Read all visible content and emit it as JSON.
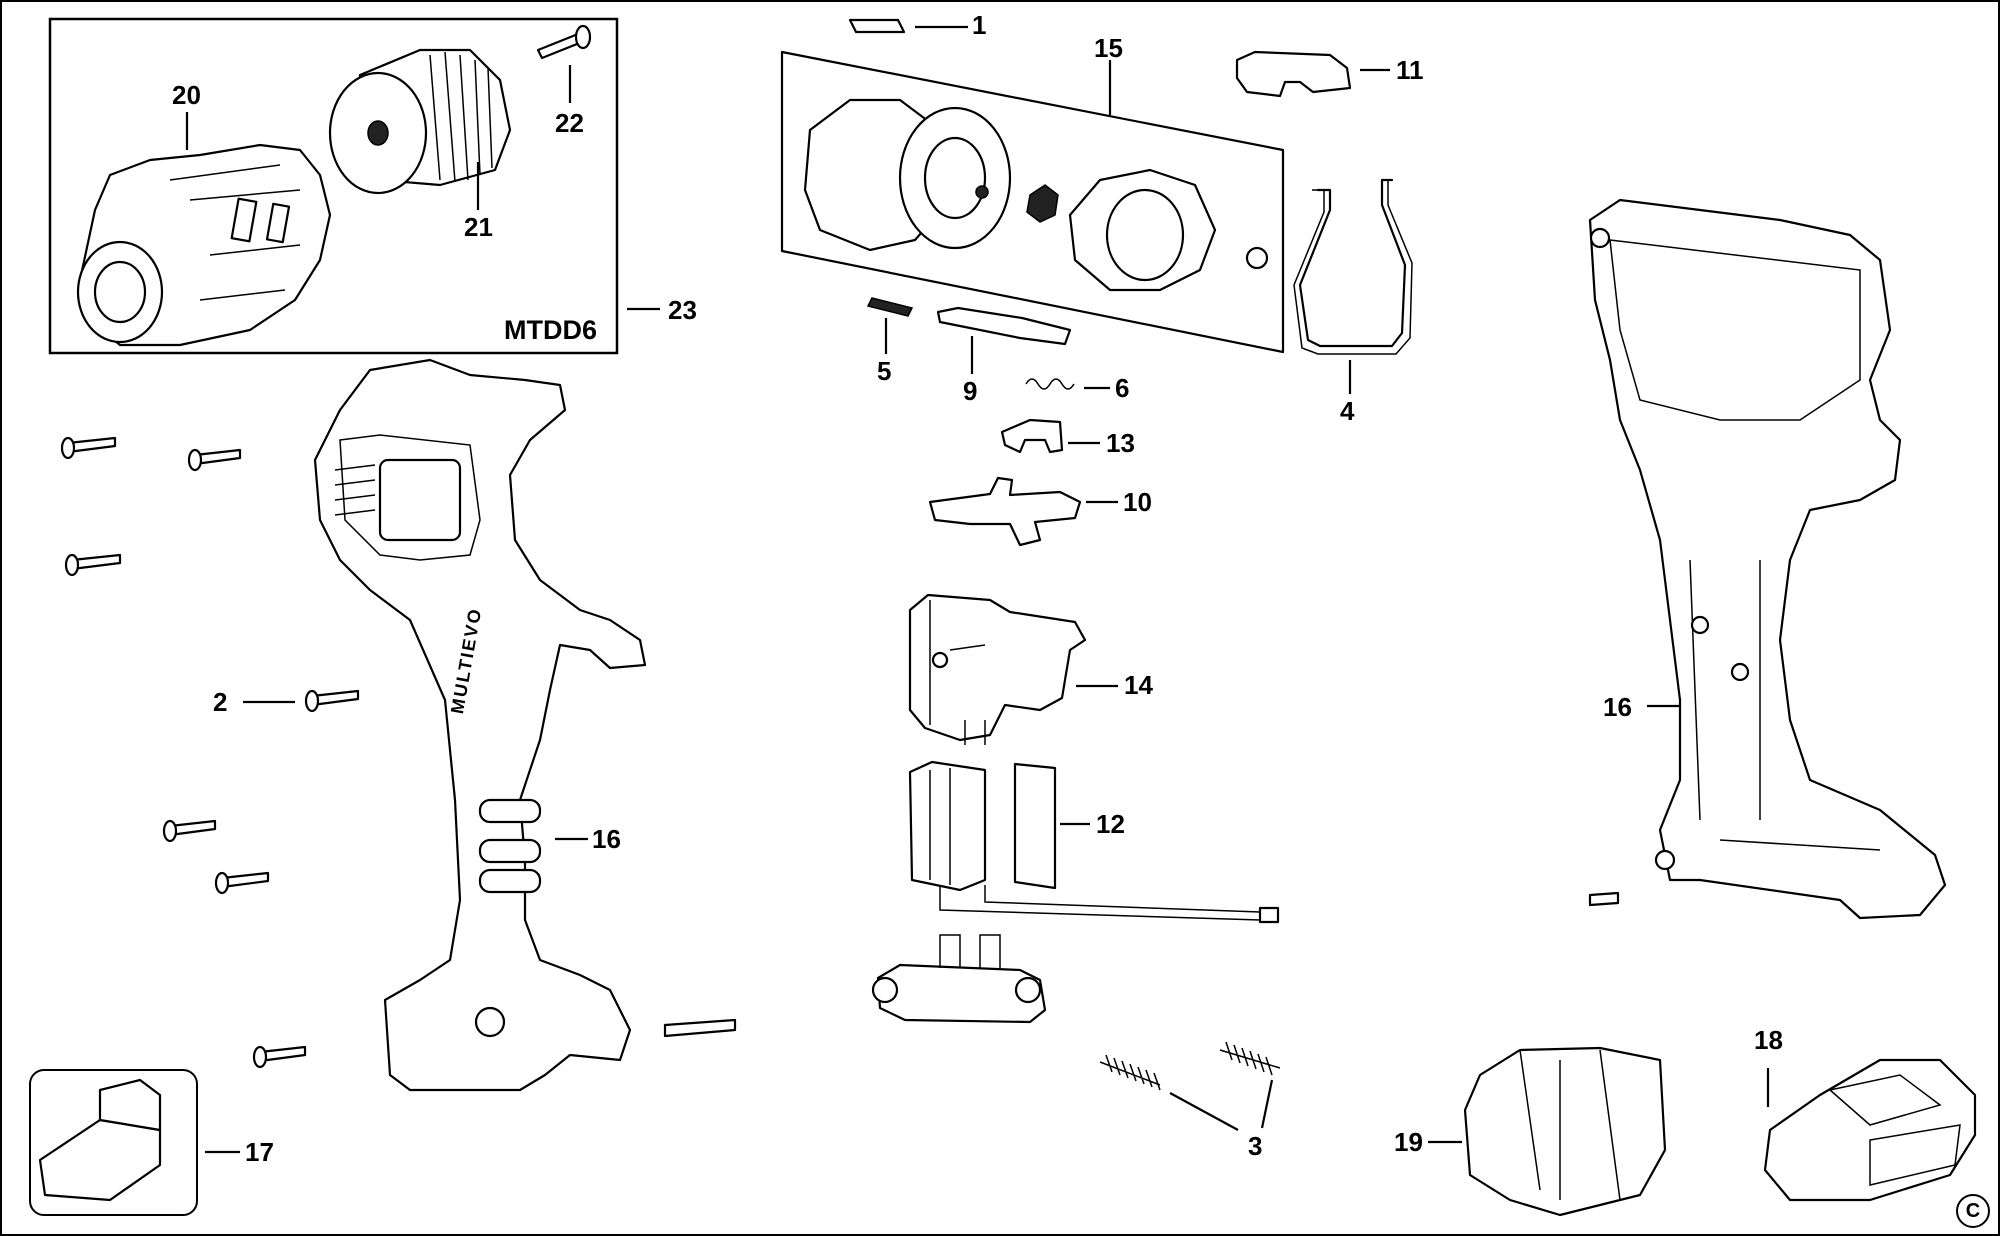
{
  "callouts": {
    "c1": "1",
    "c2": "2",
    "c3": "3",
    "c4": "4",
    "c5": "5",
    "c6": "6",
    "c9": "9",
    "c10": "10",
    "c11": "11",
    "c12": "12",
    "c13": "13",
    "c14": "14",
    "c15": "15",
    "c16a": "16",
    "c16b": "16",
    "c17": "17",
    "c18": "18",
    "c19": "19",
    "c20": "20",
    "c21": "21",
    "c22": "22",
    "c23": "23"
  },
  "kit_label": "MTDD6",
  "copyright": "C",
  "handle_text": "MULTIEVO"
}
